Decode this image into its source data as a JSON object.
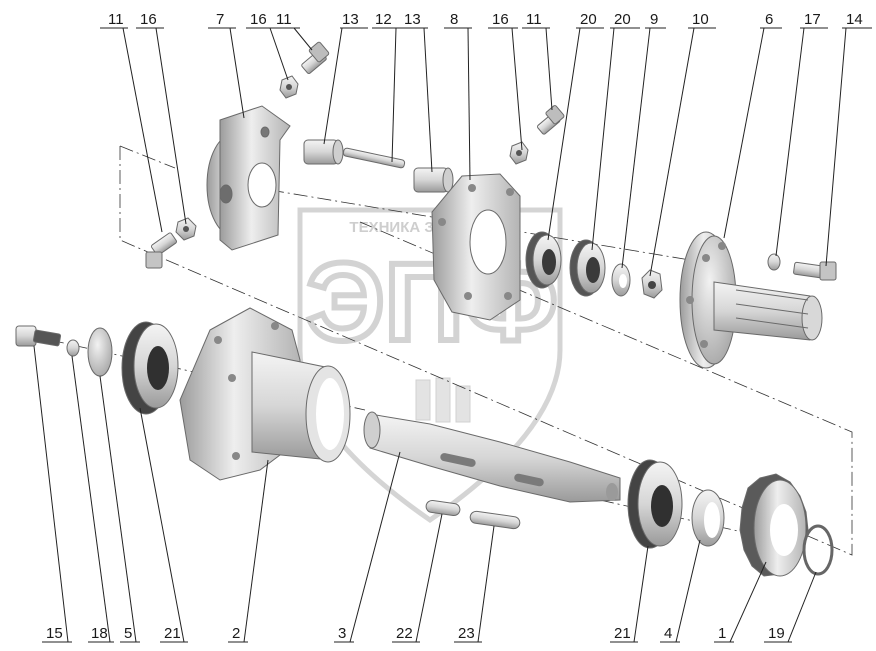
{
  "watermark": {
    "caption": "ТЕХНИКА ЗАПЧАСТИ",
    "brand": "ЭПФ"
  },
  "callouts": [
    "11",
    "16",
    "7",
    "16",
    "11",
    "13",
    "12",
    "13",
    "8",
    "16",
    "11",
    "20",
    "20",
    "9",
    "10",
    "6",
    "17",
    "14",
    "15",
    "18",
    "5",
    "21",
    "2",
    "3",
    "22",
    "23",
    "21",
    "4",
    "1",
    "19"
  ]
}
